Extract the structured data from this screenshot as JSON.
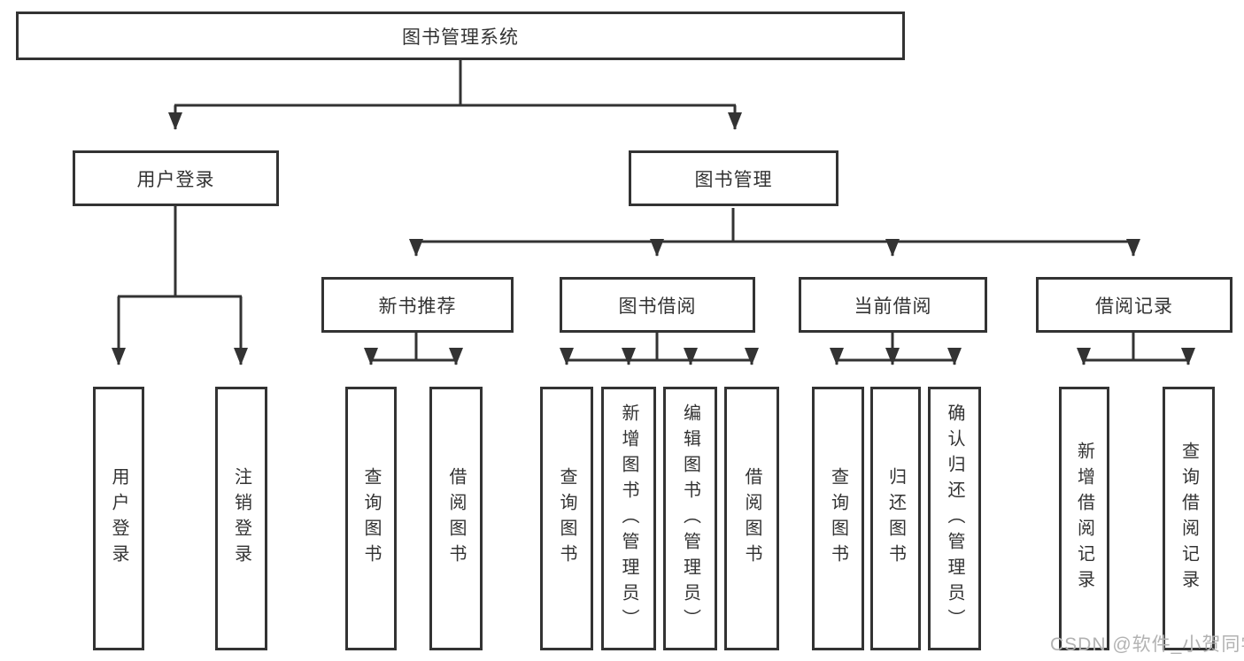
{
  "diagram": {
    "root": "图书管理系统",
    "branches": [
      {
        "label": "用户登录",
        "children": [
          "用户登录",
          "注销登录"
        ]
      },
      {
        "label": "图书管理",
        "modules": [
          {
            "label": "新书推荐",
            "children": [
              "查询图书",
              "借阅图书"
            ]
          },
          {
            "label": "图书借阅",
            "children": [
              "查询图书",
              "新增图书（管理员）",
              "编辑图书（管理员）",
              "借阅图书"
            ]
          },
          {
            "label": "当前借阅",
            "children": [
              "查询图书",
              "归还图书",
              "确认归还（管理员）"
            ]
          },
          {
            "label": "借阅记录",
            "children": [
              "新增借阅记录",
              "查询借阅记录"
            ]
          }
        ]
      }
    ],
    "line_color": "#333333",
    "watermark": "CSDN @软件_小贺同学"
  }
}
